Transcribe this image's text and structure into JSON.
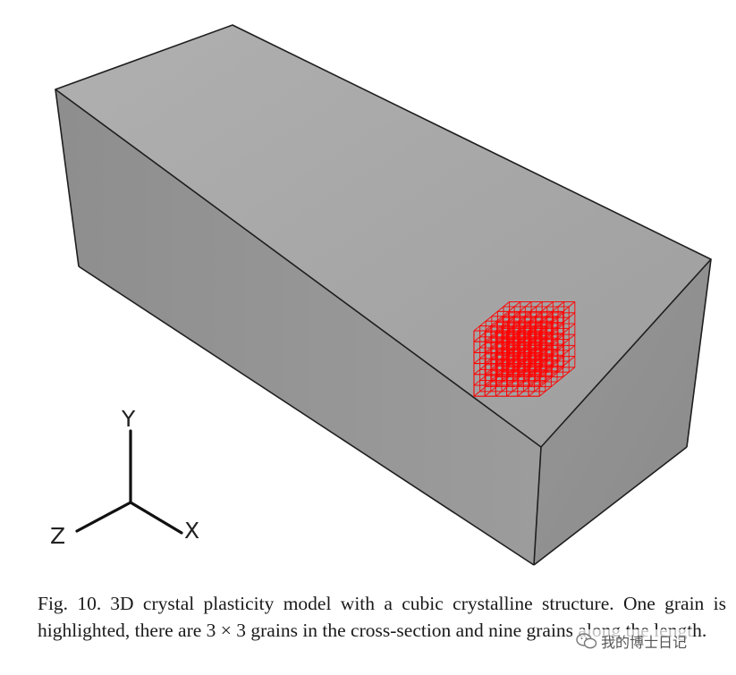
{
  "figure": {
    "highlight_color": "#ff0000",
    "block_colors": {
      "top": "#a9a9a9",
      "front": "#949494",
      "end": "#8f8f8f",
      "edge": "#1e1e1e"
    },
    "axes": {
      "y_label": "Y",
      "x_label": "X",
      "z_label": "Z"
    }
  },
  "caption": {
    "label": "Fig. 10.",
    "text": "3D crystal plasticity model with a cubic crystalline structure. One grain is highlighted, there are 3 × 3 grains in the cross-section and nine grains along the length."
  },
  "watermark": {
    "icon": "wechat-icon",
    "text": "我的博士日记"
  }
}
